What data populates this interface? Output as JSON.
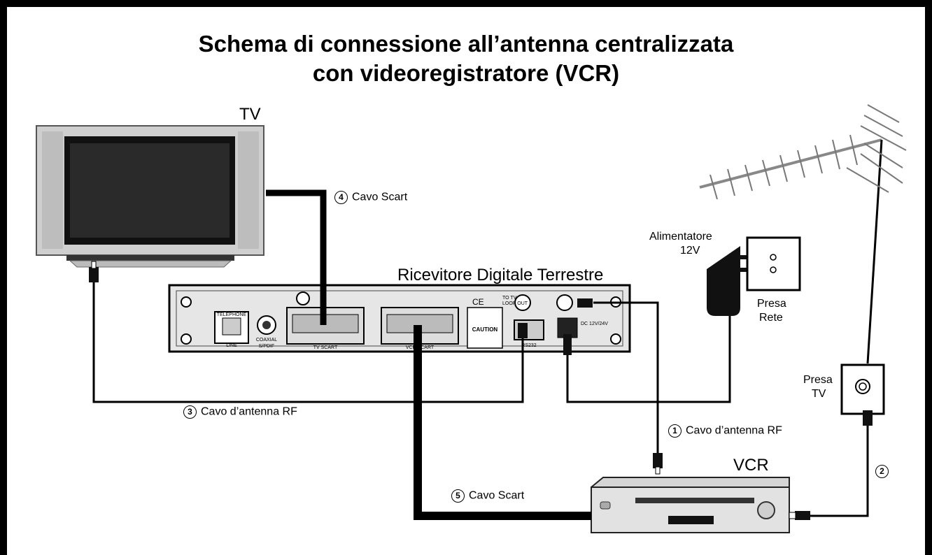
{
  "title": {
    "line1": "Schema di connessione all’antenna centralizzata",
    "line2": "con videoregistratore (VCR)"
  },
  "devices": {
    "tv": "TV",
    "receiver": "Ricevitore Digitale Terrestre",
    "vcr": "VCR",
    "power_supply": [
      "Alimentatore",
      "12V"
    ],
    "mains_socket": [
      "Presa",
      "Rete"
    ],
    "tv_socket": [
      "Presa",
      "TV"
    ]
  },
  "cables": [
    {
      "number": "1",
      "label": "Cavo d’antenna RF"
    },
    {
      "number": "2",
      "label": ""
    },
    {
      "number": "3",
      "label": "Cavo d’antenna RF"
    },
    {
      "number": "4",
      "label": "Cavo Scart"
    },
    {
      "number": "5",
      "label": "Cavo Scart"
    }
  ],
  "receiver_panel_labels": {
    "telephone": "TELEPHONE",
    "line": "LINE",
    "coaxial": "COAXIAL",
    "spdif": "S/PDIF",
    "tv_scart": "TV SCART",
    "vcr_scart": "VCR SCART",
    "ce": "CE",
    "caution": "CAUTION",
    "to_tv": "TO TV",
    "loop_out": "LOOP OUT",
    "rs232": "RS232",
    "dc": "DC 12V/24V"
  },
  "colors": {
    "line": "#000000",
    "device_body": "#d9d9d9",
    "panel": "#e6e6e6"
  }
}
